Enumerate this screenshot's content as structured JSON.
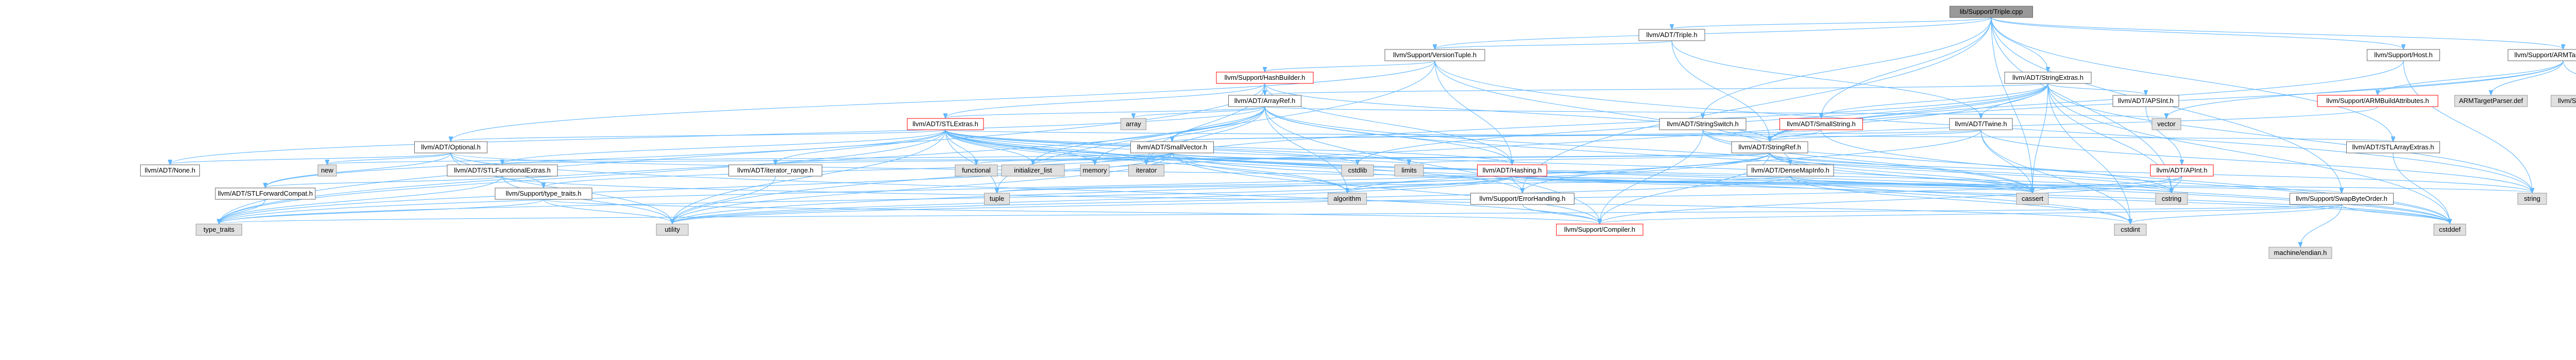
{
  "colors": {
    "edge": "#63b8ff",
    "root_fill": "#999999",
    "node_border": "#666666",
    "external_fill": "#e0e0e0",
    "incomplete_border": "#ff0000"
  },
  "nodes": [
    {
      "id": "root",
      "label": "lib/Support/Triple.cpp",
      "kind": "root"
    },
    {
      "id": "triple",
      "label": "llvm/ADT/Triple.h",
      "kind": "normal"
    },
    {
      "id": "versiontuple",
      "label": "llvm/Support/VersionTuple.h",
      "kind": "normal"
    },
    {
      "id": "host",
      "label": "llvm/Support/Host.h",
      "kind": "normal"
    },
    {
      "id": "armtargetparser",
      "label": "llvm/Support/ARMTargetParser.h",
      "kind": "normal"
    },
    {
      "id": "stringextras",
      "label": "llvm/ADT/StringExtras.h",
      "kind": "normal"
    },
    {
      "id": "hashbuilder",
      "label": "llvm/Support/HashBuilder.h",
      "kind": "red"
    },
    {
      "id": "arrayref",
      "label": "llvm/ADT/ArrayRef.h",
      "kind": "normal"
    },
    {
      "id": "apsint",
      "label": "llvm/ADT/APSInt.h",
      "kind": "normal"
    },
    {
      "id": "stlextras",
      "label": "llvm/ADT/STLExtras.h",
      "kind": "red"
    },
    {
      "id": "smallstring",
      "label": "llvm/ADT/SmallString.h",
      "kind": "red"
    },
    {
      "id": "stringswitch",
      "label": "llvm/ADT/StringSwitch.h",
      "kind": "normal"
    },
    {
      "id": "twine",
      "label": "llvm/ADT/Twine.h",
      "kind": "normal"
    },
    {
      "id": "armbuildattributes",
      "label": "llvm/Support/ARMBuildAttributes.h",
      "kind": "red"
    },
    {
      "id": "armtargetparserdef",
      "label": "ARMTargetParser.def",
      "kind": "ext"
    },
    {
      "id": "supportarmtargetparserdef",
      "label": "llvm/Support/ARMTargetParser.def",
      "kind": "ext"
    },
    {
      "id": "vector",
      "label": "vector",
      "kind": "ext"
    },
    {
      "id": "optional",
      "label": "llvm/ADT/Optional.h",
      "kind": "normal"
    },
    {
      "id": "smallvector",
      "label": "llvm/ADT/SmallVector.h",
      "kind": "normal"
    },
    {
      "id": "stringref",
      "label": "llvm/ADT/StringRef.h",
      "kind": "normal"
    },
    {
      "id": "stlarrayextras",
      "label": "llvm/ADT/STLArrayExtras.h",
      "kind": "normal"
    },
    {
      "id": "array",
      "label": "array",
      "kind": "ext"
    },
    {
      "id": "none",
      "label": "llvm/ADT/None.h",
      "kind": "normal"
    },
    {
      "id": "stlfunctionalextras",
      "label": "llvm/ADT/STLFunctionalExtras.h",
      "kind": "normal"
    },
    {
      "id": "new",
      "label": "new",
      "kind": "ext"
    },
    {
      "id": "iteratorrange",
      "label": "llvm/ADT/iterator_range.h",
      "kind": "normal"
    },
    {
      "id": "functional",
      "label": "functional",
      "kind": "ext"
    },
    {
      "id": "initializer_list",
      "label": "initializer_list",
      "kind": "ext"
    },
    {
      "id": "memory",
      "label": "memory",
      "kind": "ext"
    },
    {
      "id": "iterator",
      "label": "iterator",
      "kind": "ext"
    },
    {
      "id": "cstdlib",
      "label": "cstdlib",
      "kind": "ext"
    },
    {
      "id": "limits",
      "label": "limits",
      "kind": "ext"
    },
    {
      "id": "hashing",
      "label": "llvm/ADT/Hashing.h",
      "kind": "red"
    },
    {
      "id": "densemapinfo",
      "label": "llvm/ADT/DenseMapInfo.h",
      "kind": "normal"
    },
    {
      "id": "apint",
      "label": "llvm/ADT/APInt.h",
      "kind": "red"
    },
    {
      "id": "stlforwardcompat",
      "label": "llvm/ADT/STLForwardCompat.h",
      "kind": "normal"
    },
    {
      "id": "typetraits_support",
      "label": "llvm/Support/type_traits.h",
      "kind": "normal"
    },
    {
      "id": "tuple",
      "label": "tuple",
      "kind": "ext"
    },
    {
      "id": "algorithm",
      "label": "algorithm",
      "kind": "ext"
    },
    {
      "id": "errorhandling",
      "label": "llvm/Support/ErrorHandling.h",
      "kind": "normal"
    },
    {
      "id": "cassert",
      "label": "cassert",
      "kind": "ext"
    },
    {
      "id": "cstring",
      "label": "cstring",
      "kind": "ext"
    },
    {
      "id": "swapbyteorder",
      "label": "llvm/Support/SwapByteOrder.h",
      "kind": "normal"
    },
    {
      "id": "string",
      "label": "string",
      "kind": "ext"
    },
    {
      "id": "type_traits",
      "label": "type_traits",
      "kind": "ext"
    },
    {
      "id": "utility",
      "label": "utility",
      "kind": "ext"
    },
    {
      "id": "compiler",
      "label": "llvm/Support/Compiler.h",
      "kind": "red"
    },
    {
      "id": "cstdint",
      "label": "cstdint",
      "kind": "ext"
    },
    {
      "id": "cstddef",
      "label": "cstddef",
      "kind": "ext"
    },
    {
      "id": "machineendian",
      "label": "machine/endian.h",
      "kind": "ext"
    }
  ],
  "edges": [
    [
      "root",
      "triple"
    ],
    [
      "root",
      "versiontuple"
    ],
    [
      "root",
      "host"
    ],
    [
      "root",
      "armtargetparser"
    ],
    [
      "root",
      "stringextras"
    ],
    [
      "root",
      "smallstring"
    ],
    [
      "root",
      "stringswitch"
    ],
    [
      "root",
      "errorhandling"
    ],
    [
      "root",
      "swapbyteorder"
    ],
    [
      "root",
      "cassert"
    ],
    [
      "root",
      "cstring"
    ],
    [
      "root",
      "stlarrayextras"
    ],
    [
      "triple",
      "versiontuple"
    ],
    [
      "triple",
      "twine"
    ],
    [
      "triple",
      "stringref"
    ],
    [
      "versiontuple",
      "hashbuilder"
    ],
    [
      "versiontuple",
      "optional"
    ],
    [
      "versiontuple",
      "hashing"
    ],
    [
      "versiontuple",
      "densemapinfo"
    ],
    [
      "versiontuple",
      "string"
    ],
    [
      "versiontuple",
      "tuple"
    ],
    [
      "host",
      "stringref"
    ],
    [
      "host",
      "string"
    ],
    [
      "armtargetparser",
      "armbuildattributes"
    ],
    [
      "armtargetparser",
      "armtargetparserdef"
    ],
    [
      "armtargetparser",
      "supportarmtargetparserdef"
    ],
    [
      "armtargetparser",
      "vector"
    ],
    [
      "armtargetparser",
      "stringref"
    ],
    [
      "stringextras",
      "arrayref"
    ],
    [
      "stringextras",
      "apsint"
    ],
    [
      "stringextras",
      "smallstring"
    ],
    [
      "stringextras",
      "twine"
    ],
    [
      "stringextras",
      "stringref"
    ],
    [
      "stringextras",
      "cassert"
    ],
    [
      "stringextras",
      "cstddef"
    ],
    [
      "stringextras",
      "cstdint"
    ],
    [
      "stringextras",
      "cstdlib"
    ],
    [
      "stringextras",
      "cstring"
    ],
    [
      "stringextras",
      "iterator"
    ],
    [
      "stringextras",
      "string"
    ],
    [
      "stringextras",
      "utility"
    ],
    [
      "hashbuilder",
      "arrayref"
    ],
    [
      "hashbuilder",
      "stlextras"
    ],
    [
      "hashbuilder",
      "hashing"
    ],
    [
      "hashbuilder",
      "stringref"
    ],
    [
      "hashbuilder",
      "type_traits"
    ],
    [
      "hashbuilder",
      "iterator"
    ],
    [
      "arrayref",
      "stlextras"
    ],
    [
      "arrayref",
      "smallvector"
    ],
    [
      "arrayref",
      "hashing"
    ],
    [
      "arrayref",
      "none"
    ],
    [
      "arrayref",
      "compiler"
    ],
    [
      "arrayref",
      "algorithm"
    ],
    [
      "arrayref",
      "array"
    ],
    [
      "arrayref",
      "cassert"
    ],
    [
      "arrayref",
      "cstddef"
    ],
    [
      "arrayref",
      "initializer_list"
    ],
    [
      "arrayref",
      "iterator"
    ],
    [
      "arrayref",
      "memory"
    ],
    [
      "arrayref",
      "type_traits"
    ],
    [
      "arrayref",
      "vector"
    ],
    [
      "apsint",
      "apint"
    ],
    [
      "stlextras",
      "optional"
    ],
    [
      "stlextras",
      "stlforwardcompat"
    ],
    [
      "stlextras",
      "stlfunctionalextras"
    ],
    [
      "stlextras",
      "iteratorrange"
    ],
    [
      "stlextras",
      "hashing"
    ],
    [
      "stlextras",
      "stlarrayextras"
    ],
    [
      "stlextras",
      "errorhandling"
    ],
    [
      "stlextras",
      "algorithm"
    ],
    [
      "stlextras",
      "cassert"
    ],
    [
      "stlextras",
      "cstddef"
    ],
    [
      "stlextras",
      "cstdint"
    ],
    [
      "stlextras",
      "cstdlib"
    ],
    [
      "stlextras",
      "functional"
    ],
    [
      "stlextras",
      "initializer_list"
    ],
    [
      "stlextras",
      "iterator"
    ],
    [
      "stlextras",
      "limits"
    ],
    [
      "stlextras",
      "memory"
    ],
    [
      "stlextras",
      "tuple"
    ],
    [
      "stlextras",
      "type_traits"
    ],
    [
      "stlextras",
      "utility"
    ],
    [
      "smallstring",
      "smallvector"
    ],
    [
      "smallstring",
      "stringref"
    ],
    [
      "smallstring",
      "cstddef"
    ],
    [
      "stringswitch",
      "stringref"
    ],
    [
      "stringswitch",
      "compiler"
    ],
    [
      "stringswitch",
      "cassert"
    ],
    [
      "stringswitch",
      "cstring"
    ],
    [
      "twine",
      "smallvector"
    ],
    [
      "twine",
      "stringref"
    ],
    [
      "twine",
      "errorhandling"
    ],
    [
      "twine",
      "cassert"
    ],
    [
      "twine",
      "cstdint"
    ],
    [
      "twine",
      "string"
    ],
    [
      "armbuildattributes",
      "stringref"
    ],
    [
      "optional",
      "none"
    ],
    [
      "optional",
      "stlforwardcompat"
    ],
    [
      "optional",
      "compiler"
    ],
    [
      "optional",
      "typetraits_support"
    ],
    [
      "optional",
      "cassert"
    ],
    [
      "optional",
      "new"
    ],
    [
      "optional",
      "utility"
    ],
    [
      "smallvector",
      "compiler"
    ],
    [
      "smallvector",
      "typetraits_support"
    ],
    [
      "smallvector",
      "algorithm"
    ],
    [
      "smallvector",
      "cassert"
    ],
    [
      "smallvector",
      "cstddef"
    ],
    [
      "smallvector",
      "cstdlib"
    ],
    [
      "smallvector",
      "cstring"
    ],
    [
      "smallvector",
      "functional"
    ],
    [
      "smallvector",
      "initializer_list"
    ],
    [
      "smallvector",
      "iterator"
    ],
    [
      "smallvector",
      "limits"
    ],
    [
      "smallvector",
      "memory"
    ],
    [
      "smallvector",
      "new"
    ],
    [
      "smallvector",
      "type_traits"
    ],
    [
      "smallvector",
      "utility"
    ],
    [
      "stringref",
      "stlfunctionalextras"
    ],
    [
      "stringref",
      "iteratorrange"
    ],
    [
      "stringref",
      "compiler"
    ],
    [
      "stringref",
      "algorithm"
    ],
    [
      "stringref",
      "cassert"
    ],
    [
      "stringref",
      "cstddef"
    ],
    [
      "stringref",
      "cstring"
    ],
    [
      "stringref",
      "limits"
    ],
    [
      "stringref",
      "string"
    ],
    [
      "stringref",
      "type_traits"
    ],
    [
      "stringref",
      "utility"
    ],
    [
      "stlarrayextras",
      "cstddef"
    ],
    [
      "stlfunctionalextras",
      "stlforwardcompat"
    ],
    [
      "stlfunctionalextras",
      "cstdint"
    ],
    [
      "stlfunctionalextras",
      "type_traits"
    ],
    [
      "stlfunctionalextras",
      "utility"
    ],
    [
      "iteratorrange",
      "utility"
    ],
    [
      "hashing",
      "errorhandling"
    ],
    [
      "hashing",
      "swapbyteorder"
    ],
    [
      "hashing",
      "type_traits"
    ],
    [
      "hashing",
      "algorithm"
    ],
    [
      "hashing",
      "cassert"
    ],
    [
      "hashing",
      "cstring"
    ],
    [
      "hashing",
      "string"
    ],
    [
      "hashing",
      "tuple"
    ],
    [
      "hashing",
      "utility"
    ],
    [
      "densemapinfo",
      "cassert"
    ],
    [
      "densemapinfo",
      "cstddef"
    ],
    [
      "densemapinfo",
      "cstdint"
    ],
    [
      "densemapinfo",
      "tuple"
    ],
    [
      "densemapinfo",
      "utility"
    ],
    [
      "apint",
      "compiler"
    ],
    [
      "apint",
      "cassert"
    ],
    [
      "apint",
      "climits"
    ],
    [
      "apint",
      "cstring"
    ],
    [
      "apint",
      "utility"
    ],
    [
      "stlforwardcompat",
      "type_traits"
    ],
    [
      "typetraits_support",
      "compiler"
    ],
    [
      "typetraits_support",
      "type_traits"
    ],
    [
      "typetraits_support",
      "utility"
    ],
    [
      "errorhandling",
      "compiler"
    ],
    [
      "swapbyteorder",
      "compiler"
    ],
    [
      "swapbyteorder",
      "cstddef"
    ],
    [
      "swapbyteorder",
      "cstdint"
    ],
    [
      "swapbyteorder",
      "type_traits"
    ],
    [
      "swapbyteorder",
      "machineendian"
    ]
  ]
}
